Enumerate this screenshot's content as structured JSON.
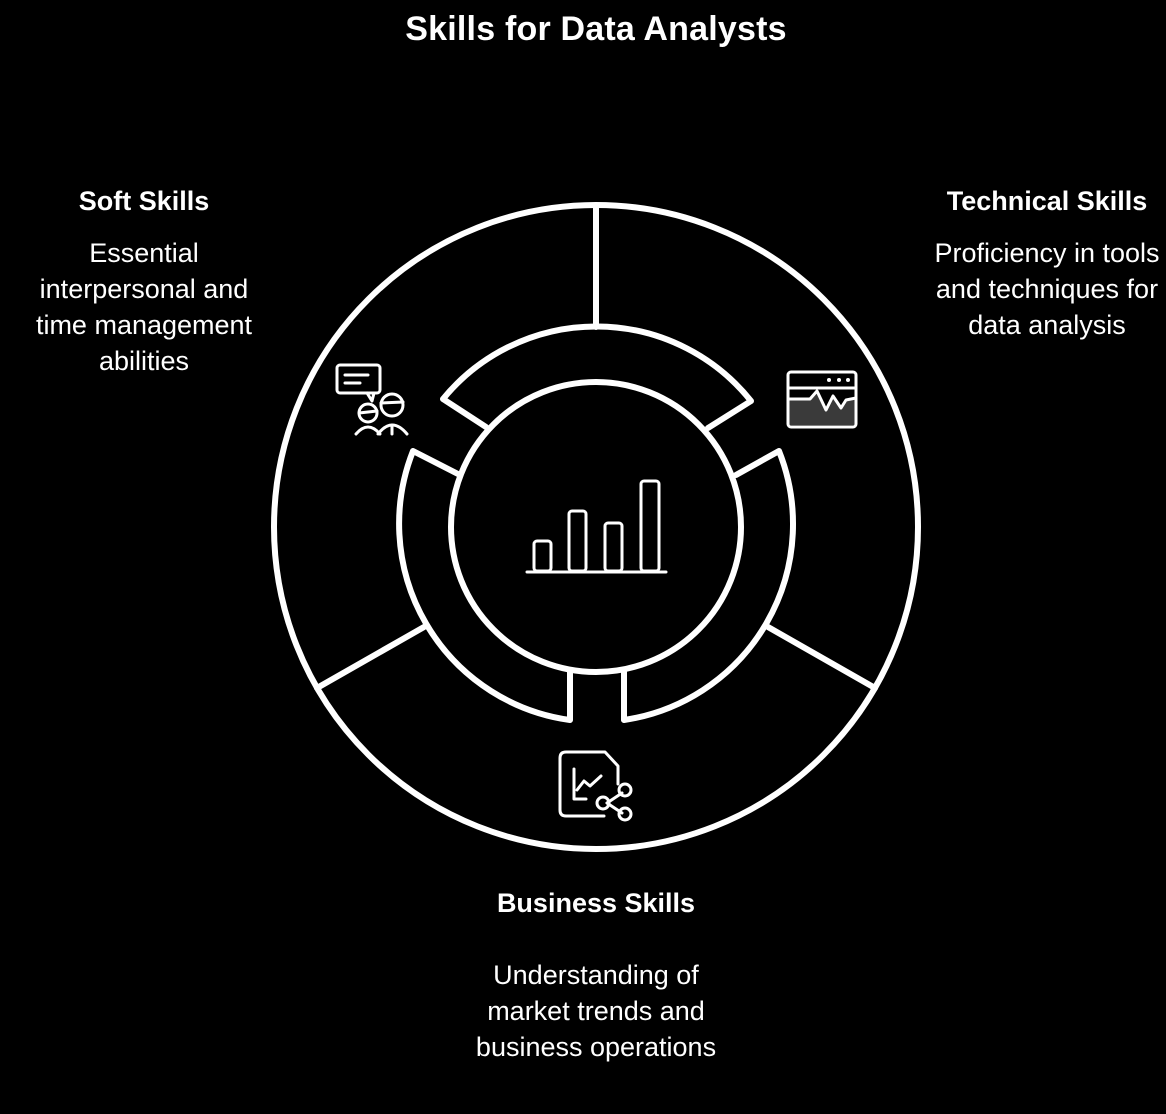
{
  "title": "Skills for Data Analysts",
  "center": {
    "icon": "bar-chart-icon"
  },
  "segments": [
    {
      "id": "soft",
      "title": "Soft Skills",
      "description": "Essential interpersonal and time management abilities",
      "icon": "people-chat-icon",
      "position": "upper-left"
    },
    {
      "id": "technical",
      "title": "Technical Skills",
      "description": "Proficiency in tools and techniques for data analysis",
      "icon": "monitor-waveform-icon",
      "position": "upper-right"
    },
    {
      "id": "business",
      "title": "Business Skills",
      "description": "Understanding of market trends and business operations",
      "icon": "document-chart-share-icon",
      "position": "bottom"
    }
  ],
  "colors": {
    "background": "#000000",
    "foreground": "#ffffff",
    "icon_fill": "#3a3a3a"
  }
}
